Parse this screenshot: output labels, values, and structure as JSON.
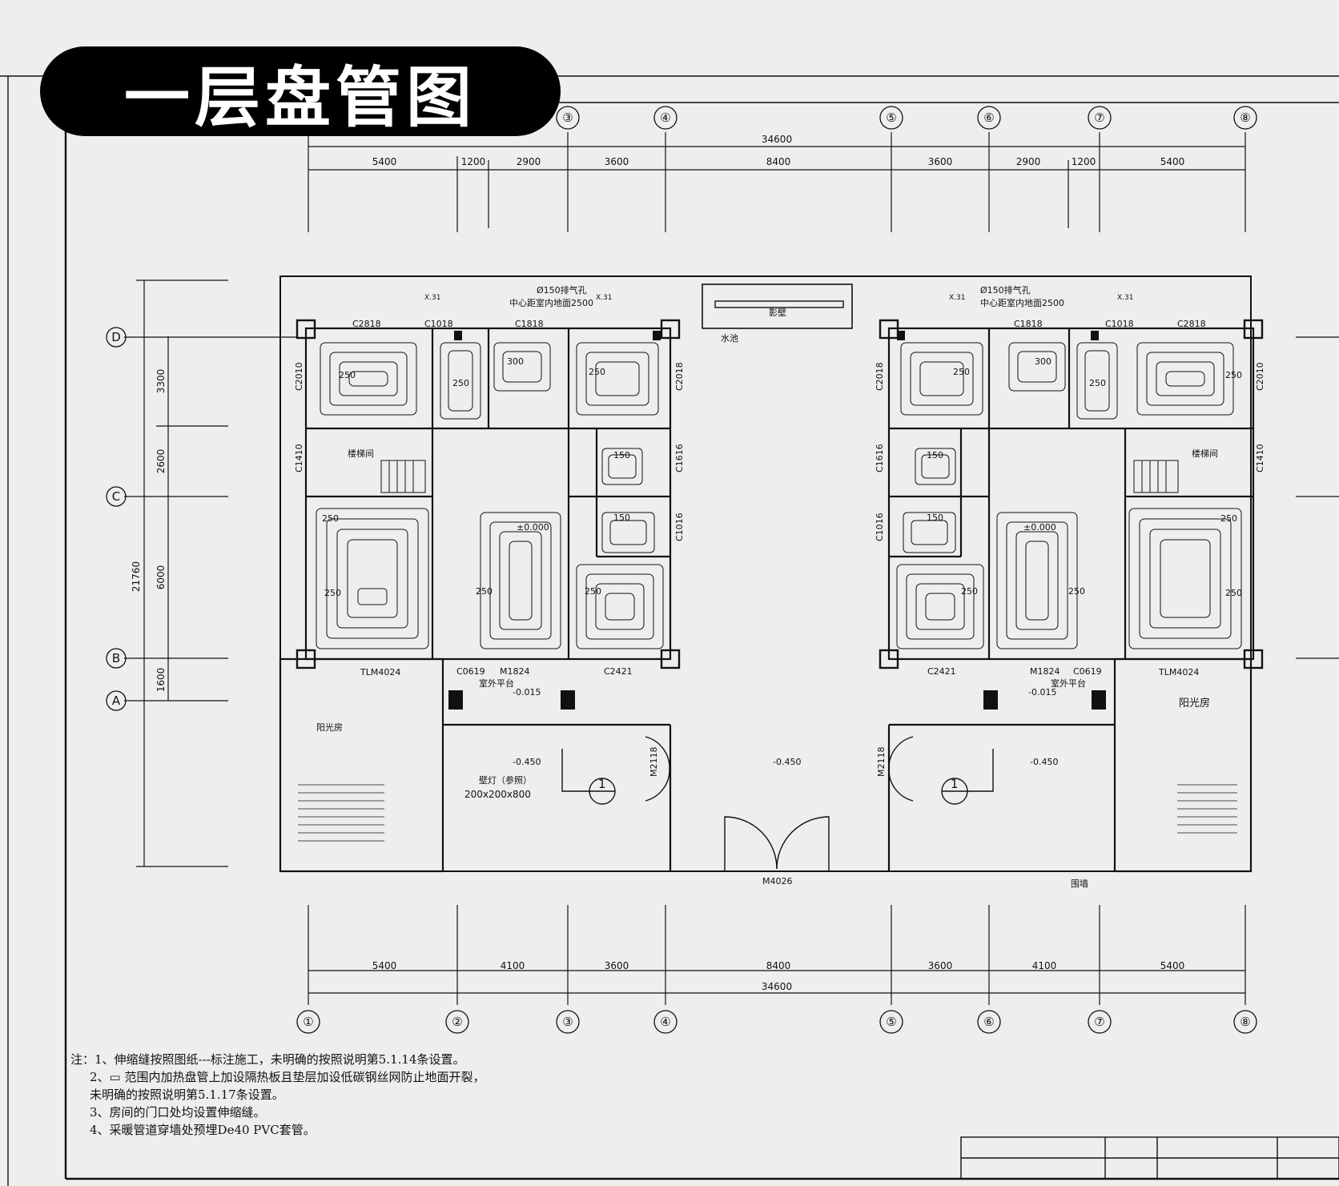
{
  "title": "一层盘管图",
  "axes": {
    "columns": [
      "①",
      "②",
      "③",
      "④",
      "⑤",
      "⑥",
      "⑦",
      "⑧"
    ],
    "rows": [
      "D",
      "C",
      "B",
      "A"
    ]
  },
  "dims": {
    "top_total": "34600",
    "top_segments": [
      "5400",
      "1200",
      "2900",
      "3600",
      "8400",
      "3600",
      "2900",
      "1200",
      "5400"
    ],
    "bottom_segments": [
      "5400",
      "4100",
      "3600",
      "8400",
      "3600",
      "4100",
      "5400"
    ],
    "bottom_total": "34600",
    "left_total": "21760",
    "left_segments": [
      "3300",
      "2600",
      "6000",
      "1600"
    ]
  },
  "labels": {
    "vent": "Ø150排气孔",
    "vent_note": "中心距室内地面2500",
    "xl": "X.31",
    "pool": "水池",
    "pool_inner": "影壁",
    "c2818": "C2818",
    "c1018": "C1018",
    "c1818": "C1818",
    "c2010": "C2010",
    "c2018": "C2018",
    "c1410": "C1410",
    "c1616": "C1616",
    "c1016": "C1016",
    "c0619": "C0619",
    "c2421": "C2421",
    "m1824": "M1824",
    "m2118": "M2118",
    "m4026": "M4026",
    "tlm4024": "TLM4024",
    "v250": "250",
    "v300": "300",
    "v150": "150",
    "el0": "±0.000",
    "el015": "-0.015",
    "el450": "-0.450",
    "stair": "楼梯间",
    "sunroom": "阳光房",
    "terrace": "室外平台",
    "wall_lamp": "壁灯（参照）",
    "lamp_size": "200x200x800",
    "fence": "围墙",
    "section": "1"
  },
  "notes": [
    "注：1、伸缩缝按照图纸---标注施工，未明确的按照说明第5.1.14条设置。",
    "2、▭ 范围内加热盘管上加设隔热板且垫层加设低碳钢丝网防止地面开裂，",
    "未明确的按照说明第5.1.17条设置。",
    "3、房间的门口处均设置伸缩缝。",
    "4、采暖管道穿墙处预埋De40 PVC套管。"
  ],
  "colors": {
    "ink": "#111111",
    "paper": "#eeeeec",
    "pill": "#000000"
  }
}
